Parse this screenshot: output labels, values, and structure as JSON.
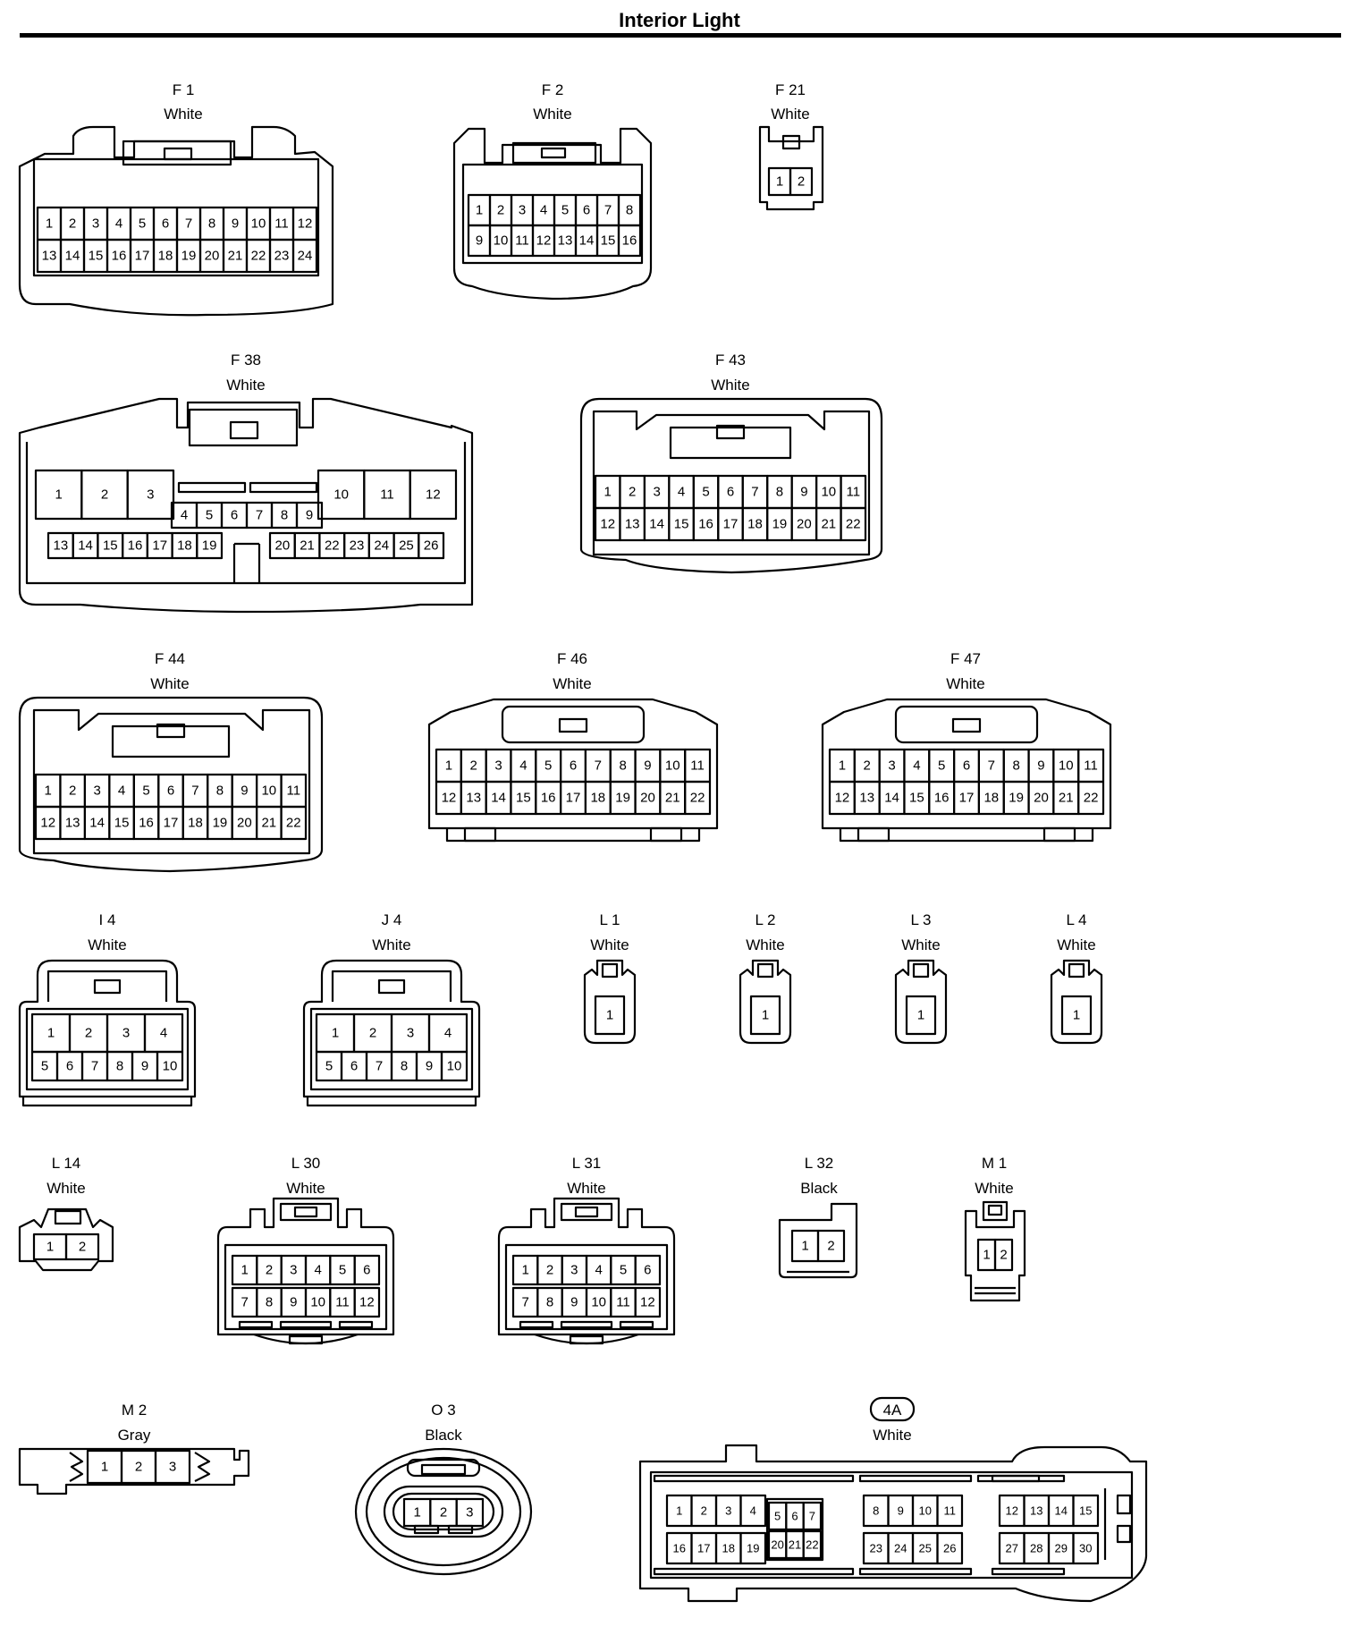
{
  "title": "Interior Light",
  "connectors": [
    {
      "id": "F 1",
      "color": "White",
      "rows": [
        [
          "1",
          "2",
          "3",
          "4",
          "5",
          "6",
          "7",
          "8",
          "9",
          "10",
          "11",
          "12"
        ],
        [
          "13",
          "14",
          "15",
          "16",
          "17",
          "18",
          "19",
          "20",
          "21",
          "22",
          "23",
          "24"
        ]
      ]
    },
    {
      "id": "F 2",
      "color": "White",
      "rows": [
        [
          "1",
          "2",
          "3",
          "4",
          "5",
          "6",
          "7",
          "8"
        ],
        [
          "9",
          "10",
          "11",
          "12",
          "13",
          "14",
          "15",
          "16"
        ]
      ]
    },
    {
      "id": "F 21",
      "color": "White",
      "rows": [
        [
          "1",
          "2"
        ]
      ]
    },
    {
      "id": "F 38",
      "color": "White",
      "rows": [
        [
          "1",
          "2",
          "3"
        ],
        [
          "10",
          "11",
          "12"
        ],
        [
          "4",
          "5",
          "6",
          "7",
          "8",
          "9"
        ],
        [
          "13",
          "14",
          "15",
          "16",
          "17",
          "18",
          "19"
        ],
        [
          "20",
          "21",
          "22",
          "23",
          "24",
          "25",
          "26"
        ]
      ]
    },
    {
      "id": "F 43",
      "color": "White",
      "rows": [
        [
          "1",
          "2",
          "3",
          "4",
          "5",
          "6",
          "7",
          "8",
          "9",
          "10",
          "11"
        ],
        [
          "12",
          "13",
          "14",
          "15",
          "16",
          "17",
          "18",
          "19",
          "20",
          "21",
          "22"
        ]
      ]
    },
    {
      "id": "F 44",
      "color": "White",
      "rows": [
        [
          "1",
          "2",
          "3",
          "4",
          "5",
          "6",
          "7",
          "8",
          "9",
          "10",
          "11"
        ],
        [
          "12",
          "13",
          "14",
          "15",
          "16",
          "17",
          "18",
          "19",
          "20",
          "21",
          "22"
        ]
      ]
    },
    {
      "id": "F 46",
      "color": "White",
      "rows": [
        [
          "1",
          "2",
          "3",
          "4",
          "5",
          "6",
          "7",
          "8",
          "9",
          "10",
          "11"
        ],
        [
          "12",
          "13",
          "14",
          "15",
          "16",
          "17",
          "18",
          "19",
          "20",
          "21",
          "22"
        ]
      ]
    },
    {
      "id": "F 47",
      "color": "White",
      "rows": [
        [
          "1",
          "2",
          "3",
          "4",
          "5",
          "6",
          "7",
          "8",
          "9",
          "10",
          "11"
        ],
        [
          "12",
          "13",
          "14",
          "15",
          "16",
          "17",
          "18",
          "19",
          "20",
          "21",
          "22"
        ]
      ]
    },
    {
      "id": "I 4",
      "color": "White",
      "rows": [
        [
          "1",
          "2",
          "3",
          "4"
        ],
        [
          "5",
          "6",
          "7",
          "8",
          "9",
          "10"
        ]
      ]
    },
    {
      "id": "J 4",
      "color": "White",
      "rows": [
        [
          "1",
          "2",
          "3",
          "4"
        ],
        [
          "5",
          "6",
          "7",
          "8",
          "9",
          "10"
        ]
      ]
    },
    {
      "id": "L 1",
      "color": "White",
      "rows": [
        [
          "1"
        ]
      ]
    },
    {
      "id": "L 2",
      "color": "White",
      "rows": [
        [
          "1"
        ]
      ]
    },
    {
      "id": "L 3",
      "color": "White",
      "rows": [
        [
          "1"
        ]
      ]
    },
    {
      "id": "L 4",
      "color": "White",
      "rows": [
        [
          "1"
        ]
      ]
    },
    {
      "id": "L 14",
      "color": "White",
      "rows": [
        [
          "1",
          "2"
        ]
      ]
    },
    {
      "id": "L 30",
      "color": "White",
      "rows": [
        [
          "1",
          "2",
          "3",
          "4",
          "5",
          "6"
        ],
        [
          "7",
          "8",
          "9",
          "10",
          "11",
          "12"
        ]
      ]
    },
    {
      "id": "L 31",
      "color": "White",
      "rows": [
        [
          "1",
          "2",
          "3",
          "4",
          "5",
          "6"
        ],
        [
          "7",
          "8",
          "9",
          "10",
          "11",
          "12"
        ]
      ]
    },
    {
      "id": "L 32",
      "color": "Black",
      "rows": [
        [
          "1",
          "2"
        ]
      ]
    },
    {
      "id": "M 1",
      "color": "White",
      "rows": [
        [
          "1",
          "2"
        ]
      ]
    },
    {
      "id": "M 2",
      "color": "Gray",
      "rows": [
        [
          "1",
          "2",
          "3"
        ]
      ]
    },
    {
      "id": "O 3",
      "color": "Black",
      "rows": [
        [
          "1",
          "2",
          "3"
        ]
      ]
    },
    {
      "id": "4A",
      "color": "White",
      "rows": [
        [
          "1",
          "2",
          "3",
          "4"
        ],
        [
          "16",
          "17",
          "18",
          "19"
        ],
        [
          "5",
          "6",
          "7"
        ],
        [
          "20",
          "21",
          "22"
        ],
        [
          "8",
          "9",
          "10",
          "11"
        ],
        [
          "23",
          "24",
          "25",
          "26"
        ],
        [
          "12",
          "13",
          "14",
          "15"
        ],
        [
          "27",
          "28",
          "29",
          "30"
        ]
      ]
    }
  ]
}
